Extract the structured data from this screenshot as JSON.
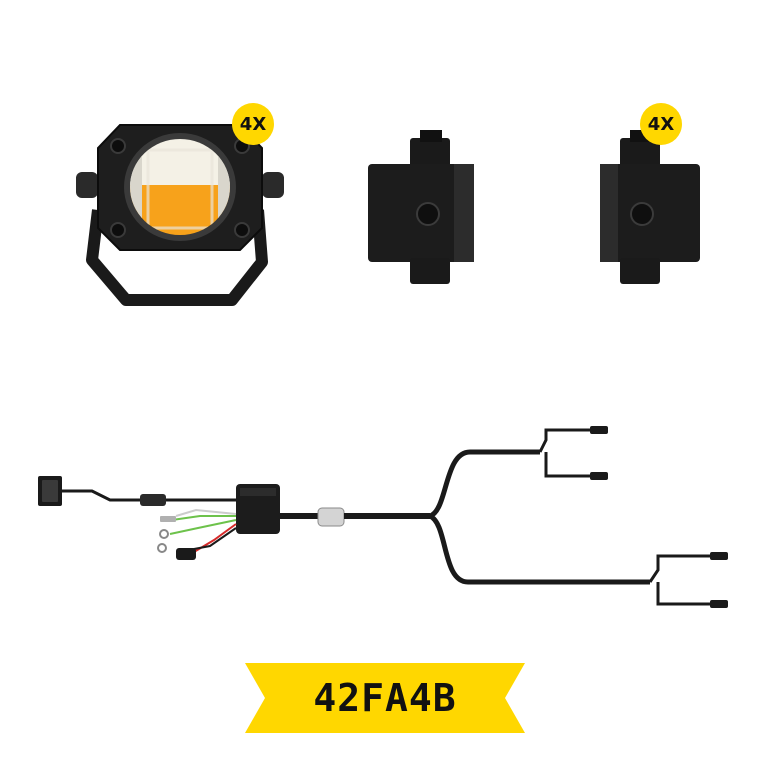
{
  "products": {
    "light": {
      "quantity_label": "4X",
      "name": "light-pod"
    },
    "bracket": {
      "quantity_label": "4X",
      "name": "mounting-bracket"
    }
  },
  "harness": {
    "name": "wiring-harness"
  },
  "model": {
    "code": "42FA4B"
  },
  "colors": {
    "accent": "#FFD700",
    "body": "#1a1a1a",
    "amber": "#F7A21B",
    "white_lens": "#f4f1e6",
    "wire_green": "#6dc24b",
    "wire_red": "#d62a2a"
  }
}
